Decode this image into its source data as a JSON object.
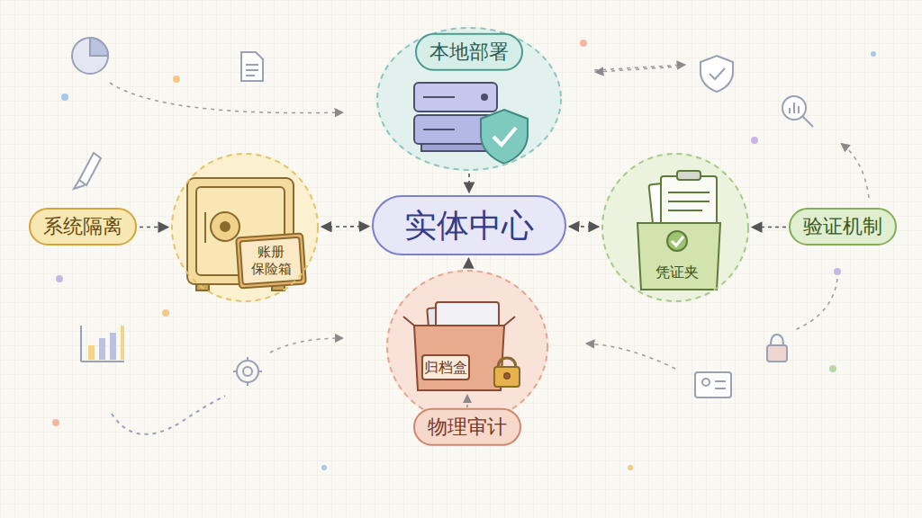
{
  "diagram": {
    "nodes": [
      {
        "text": [
          "本地部署"
        ]
      },
      {
        "text": [
          "系统隔离"
        ]
      },
      {
        "text": [
          "账册 保险箱"
        ]
      },
      {
        "text": [
          "实体中心"
        ]
      },
      {
        "text": [
          "凭证夹"
        ]
      },
      {
        "text": [
          "验证机制"
        ]
      },
      {
        "text": [
          "归档盒",
          "物理审计"
        ]
      }
    ],
    "edges": [
      {
        "from": 0,
        "to": 3,
        "arrow": "to"
      },
      {
        "from": 1,
        "to": 2,
        "arrow": "to"
      },
      {
        "from": 2,
        "to": 3,
        "arrow": "both"
      },
      {
        "from": 4,
        "to": 3,
        "arrow": "both"
      },
      {
        "from": 5,
        "to": 4,
        "arrow": "to"
      },
      {
        "from": 6,
        "to": 3,
        "arrow": "to"
      }
    ]
  }
}
